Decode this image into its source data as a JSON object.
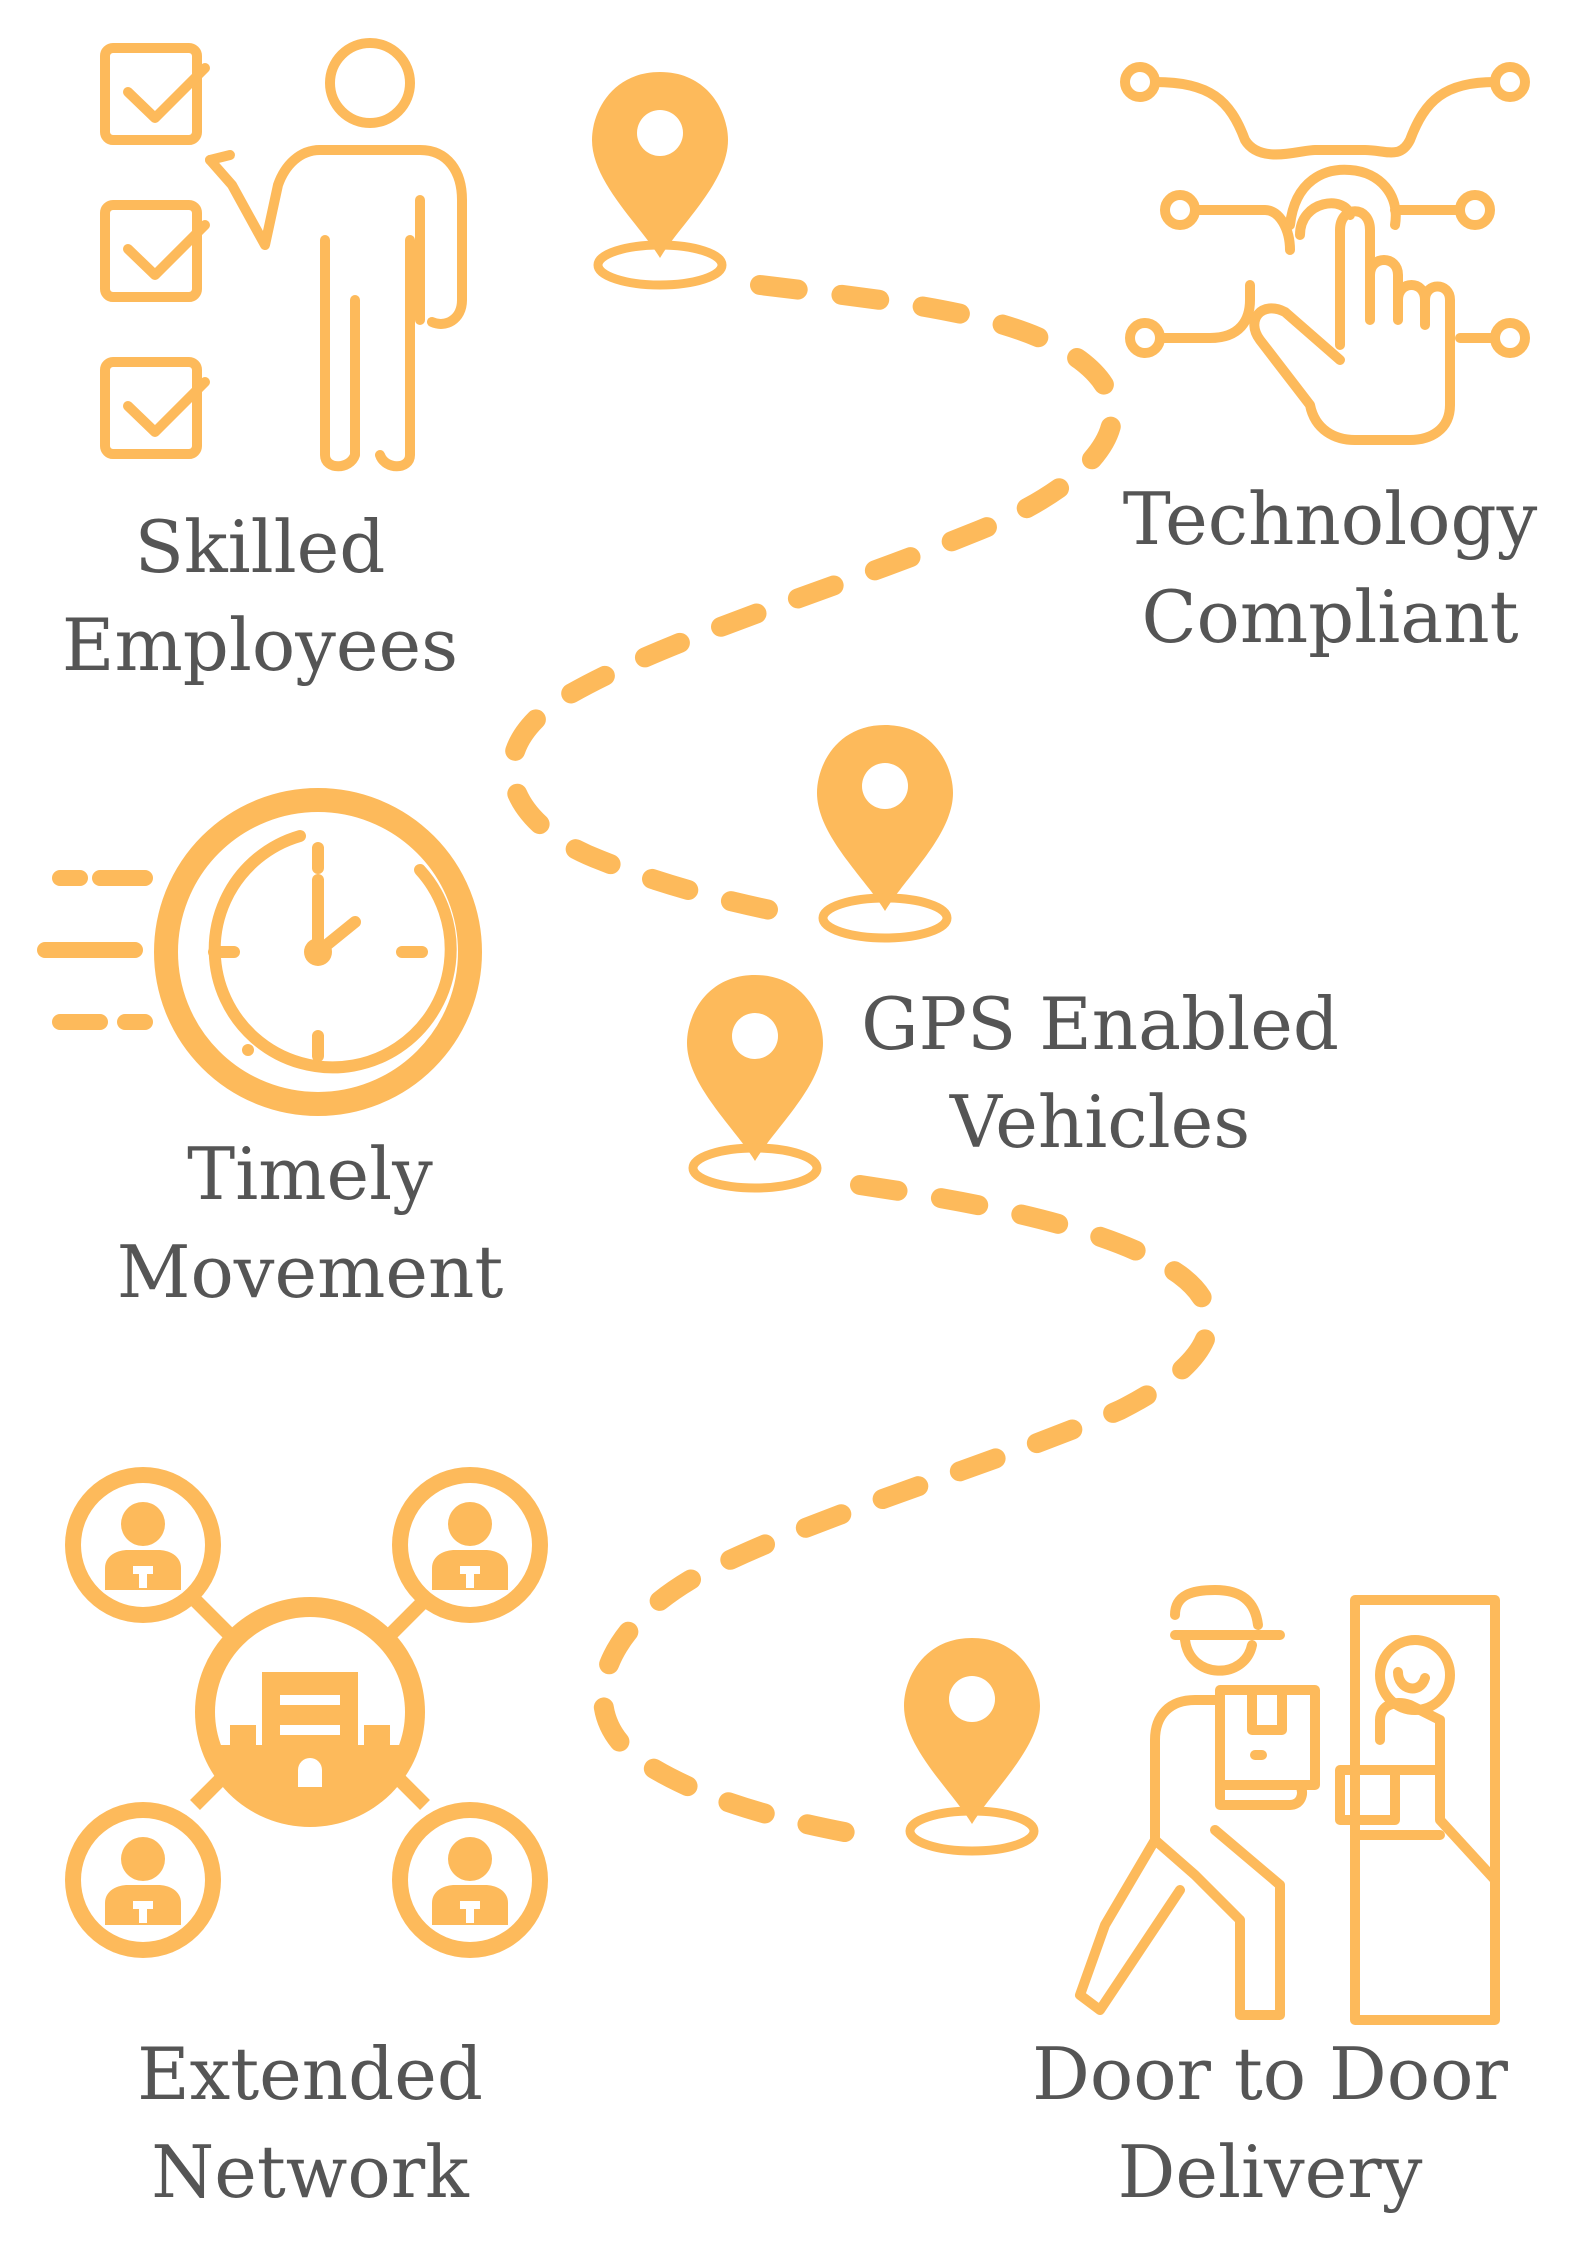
{
  "colors": {
    "accent": "#FDBA5B",
    "text": "#555555",
    "background": "#FFFFFF"
  },
  "features": [
    {
      "key": "skilled",
      "icon": "presenter-checklist-icon",
      "lines": [
        "Skilled",
        "Employees"
      ]
    },
    {
      "key": "tech",
      "icon": "touch-circuit-icon",
      "lines": [
        "Technology",
        "Compliant"
      ]
    },
    {
      "key": "gps",
      "icon": "location-pin-icon",
      "lines": [
        "GPS Enabled",
        "Vehicles"
      ]
    },
    {
      "key": "timely",
      "icon": "fast-clock-icon",
      "lines": [
        "Timely",
        "Movement"
      ]
    },
    {
      "key": "network",
      "icon": "people-network-icon",
      "lines": [
        "Extended",
        "Network"
      ]
    },
    {
      "key": "door",
      "icon": "delivery-person-door-icon",
      "lines": [
        "Door to Door",
        "Delivery"
      ]
    }
  ],
  "route": {
    "pin_count": 4,
    "style": "dashed"
  }
}
